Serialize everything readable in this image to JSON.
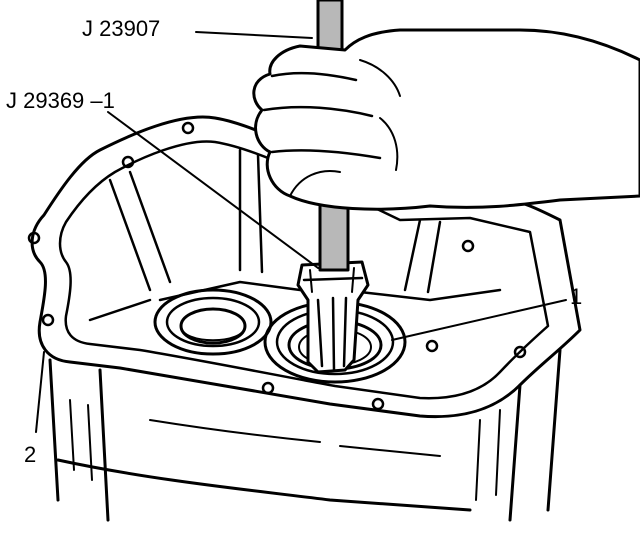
{
  "labels": {
    "tool_a": "J 23907",
    "tool_b": "J 29369 –1",
    "part_1": "1",
    "part_2": "2"
  },
  "colors": {
    "ink": "#000000",
    "paper": "#ffffff",
    "shade": "#b8b8b8"
  }
}
